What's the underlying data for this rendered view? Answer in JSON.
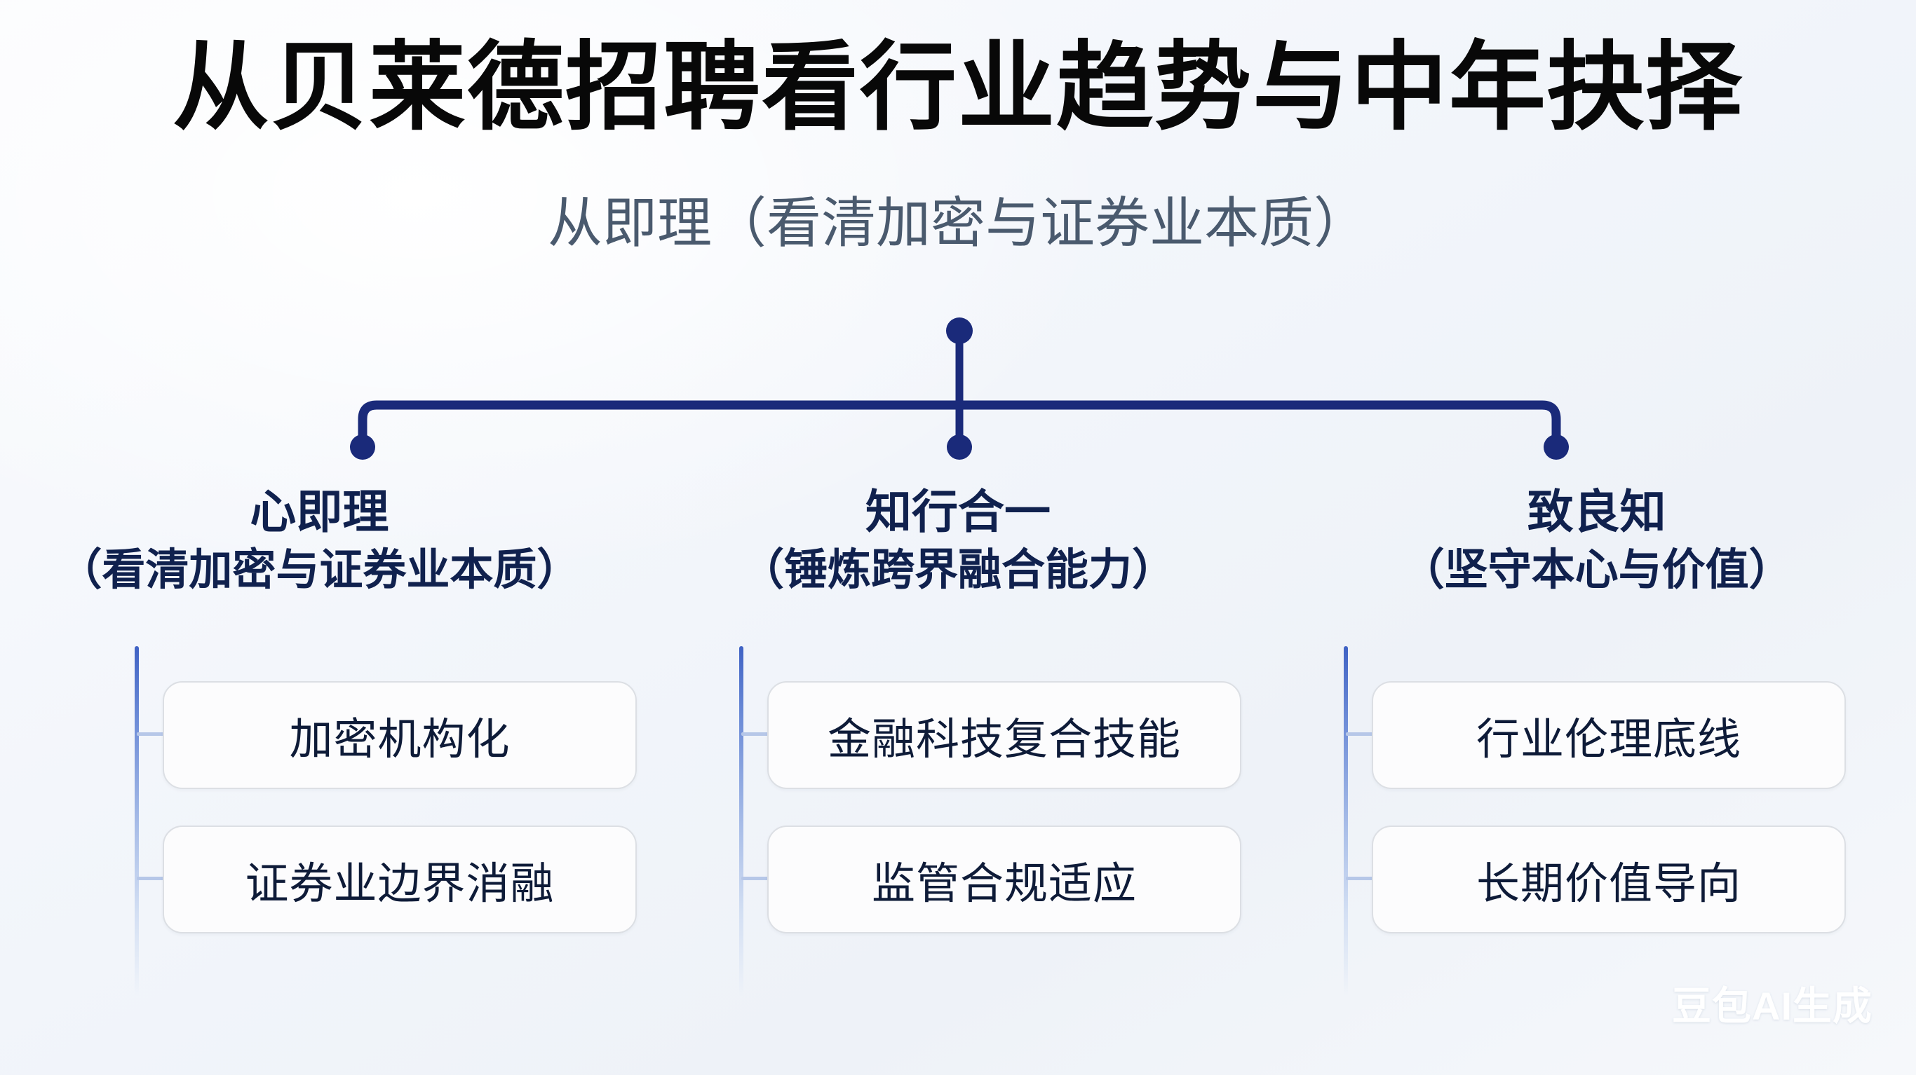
{
  "header": {
    "title": "从贝莱德招聘看行业趋势与中年抉择",
    "subtitle": "从即理（看清加密与证券业本质）"
  },
  "colors": {
    "title_text": "#080808",
    "subtitle_text": "#4a5a6e",
    "branch_text": "#10214e",
    "connector": "#1a2a7a",
    "rail_top": "#3f62c4",
    "card_text": "#0e1b38",
    "card_border": "#dcdfe4",
    "background": "#f3f6fb"
  },
  "connector": {
    "root_node_label": "root-node",
    "branch_node_labels": [
      "branch-node-left",
      "branch-node-center",
      "branch-node-right"
    ]
  },
  "branches": [
    {
      "title": "心即理",
      "subtitle": "（看清加密与证券业本质）",
      "items": [
        "加密机构化",
        "证券业边界消融"
      ]
    },
    {
      "title": "知行合一",
      "subtitle": "（锤炼跨界融合能力）",
      "items": [
        "金融科技复合技能",
        "监管合规适应"
      ]
    },
    {
      "title": "致良知",
      "subtitle": "（坚守本心与价值）",
      "items": [
        "行业伦理底线",
        "长期价值导向"
      ]
    }
  ],
  "watermark": "豆包AI生成"
}
